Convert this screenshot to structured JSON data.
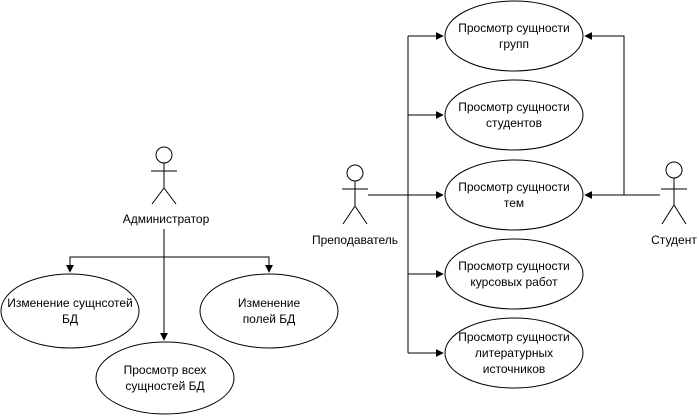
{
  "actors": {
    "admin": {
      "name": "Администратор"
    },
    "teacher": {
      "name": "Преподаватель"
    },
    "student": {
      "name": "Студент"
    }
  },
  "admin_use_cases": {
    "edit_entities": "Изменение сущнсотей\nБД",
    "view_all": "Просмотр всех\nсущностей БД",
    "edit_fields": "Изменение\nполей БД"
  },
  "view_use_cases": {
    "groups": "Просмотр сущности\nгрупп",
    "students": "Просмотр сущности\nстудентов",
    "topics": "Просмотр сущности\nтем",
    "coursework": "Просмотр сущности\nкурсовых работ",
    "literature": "Просмотр сущности\nлитературных\nисточников"
  }
}
